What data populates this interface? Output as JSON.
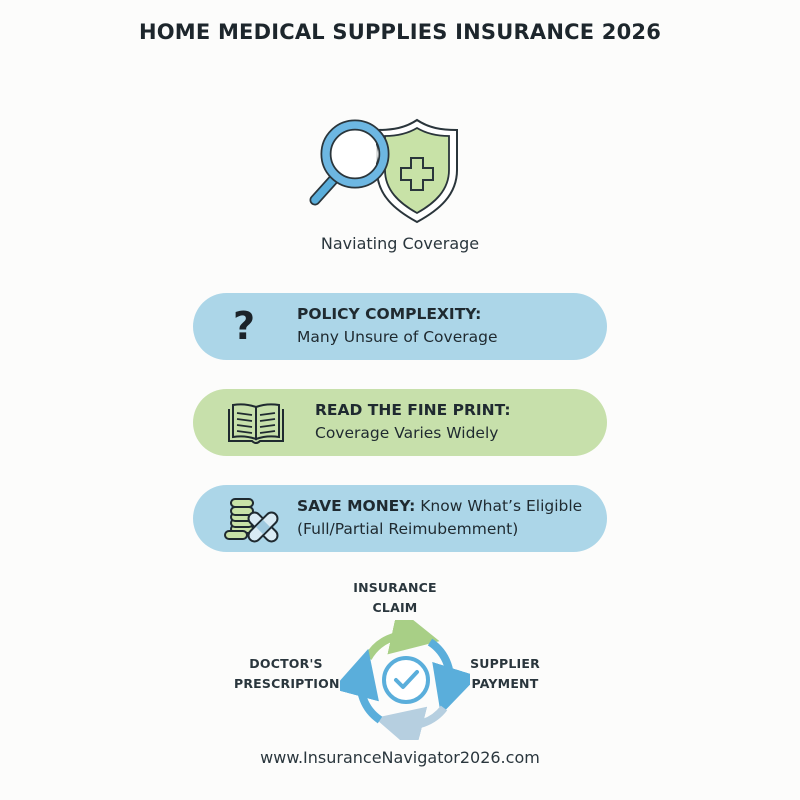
{
  "header": {
    "title": "HOME MEDICAL SUPPLIES INSURANCE 2026"
  },
  "hero": {
    "icon": "magnifier-shield-cross-icon",
    "caption": "Naviating Coverage"
  },
  "cards": [
    {
      "icon": "question-mark-icon",
      "icon_glyph": "?",
      "heading": "POLICY COMPLEXITY:",
      "text": "Many Unsure of Coverage",
      "color": "#acd6e8"
    },
    {
      "icon": "open-book-icon",
      "heading": "READ THE FINE PRINT:",
      "text": "Coverage Varies Widely",
      "color": "#c7e0ab"
    },
    {
      "icon": "coins-bandage-icon",
      "heading": "SAVE MONEY:",
      "heading_suffix": " Know What’s Eligible",
      "text": "(Full/Partial Reimubemment)",
      "color": "#acd6e8"
    }
  ],
  "cycle": {
    "center_icon": "check-circle-icon",
    "steps": [
      {
        "label_line1": "INSURANCE",
        "label_line2": "CLAIM"
      },
      {
        "label_line1": "SUPPLIER",
        "label_line2": "PAYMENT"
      },
      {
        "label_line1": "DOCTOR'S",
        "label_line2": "PRESCRIPTION"
      }
    ]
  },
  "colors": {
    "blue_card": "#acd6e8",
    "green_card": "#c7e0ab",
    "accent_blue": "#5aaedb",
    "accent_green": "#a8cf86",
    "text_dark": "#1d262c"
  },
  "footer": {
    "url": "www.InsuranceNavigator2026.com"
  }
}
